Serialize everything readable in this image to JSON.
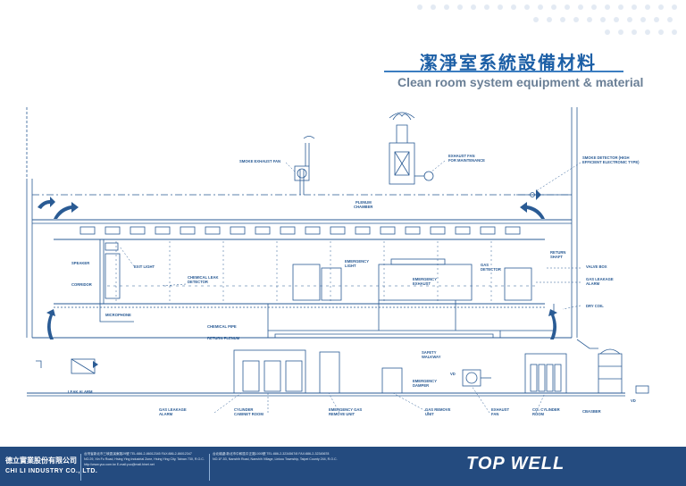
{
  "header": {
    "title_zh": "潔淨室系統設備材料",
    "title_en": "Clean room system equipment & material"
  },
  "diagram": {
    "labels": {
      "smoke_exhaust_fan": "SMOKE EXHAUST FAN",
      "exhaust_fan_maintenance_1": "EXHAUST FAN",
      "exhaust_fan_maintenance_2": "FOR MAINTENANCE",
      "smoke_detector_1": "SMOKE DETECTOR (HIGH",
      "smoke_detector_2": "EFFICIENT ELECTRONIC TYPE)",
      "plenum_chamber_1": "PLENUM",
      "plenum_chamber_2": "CHAMBER",
      "return_shaft_1": "RETURN",
      "return_shaft_2": "SHAFT",
      "speaker": "SPEAKER",
      "exit_light": "EXIT LIGHT",
      "emergency_light_1": "EMERGENCY",
      "emergency_light_2": "LIGHT",
      "gas_detector_1": "GAS",
      "gas_detector_2": "DETECTOR",
      "valve_box": "VALVE BOX",
      "corridor": "CORRIDOR",
      "chemical_leak_1": "CHEMICAL LEAK",
      "chemical_leak_2": "DETECTOR",
      "emergency_exhaust_1": "EMERGENCY",
      "emergency_exhaust_2": "EXHAUST",
      "gas_leakage_alarm_r1": "GAS LEAKAGE",
      "gas_leakage_alarm_r2": "ALARM",
      "dry_coil": "DRY COIL",
      "microphone": "MICROPHONE",
      "chemical_pipe": "CHEMICAL PIPE",
      "return_plenum": "RETURN PLENUM",
      "safety_walkway_1": "SAFETY",
      "safety_walkway_2": "WALKWAY",
      "vd_1": "VD",
      "emergency_damper_1": "EMERGENCY",
      "emergency_damper_2": "DAMPER",
      "vd_2": "VD",
      "leak_alarm": "LEAK ALARM",
      "gas_leakage_alarm_b1": "GAS LEAKAGE",
      "gas_leakage_alarm_b2": "ALARM",
      "cylinder_cabinet_1": "CYLINDER",
      "cylinder_cabinet_2": "CABINET ROOM",
      "emergency_gas_1": "EMERGENCY GAS",
      "emergency_gas_2": "REMOVE UNIT",
      "gas_remove_1": "GAS REMOVE",
      "gas_remove_2": "UNIT",
      "exhaust_fan_1": "EXHAUST",
      "exhaust_fan_2": "FAN",
      "co2_room_1": "CO₂ CYLINDER",
      "co2_room_2": "ROOM",
      "cbasber": "CBASBER"
    }
  },
  "footer": {
    "company_zh": "德立實業股份有限公司",
    "company_en": "CHI LI INDUSTRY CO., LTD.",
    "addr_zh_1": "台灣省新北市三峽區溪東路29號 TEL:886-2-86012345  FAX:886-2-86012347",
    "addr_en_1": "NO.29, Xin Fu Road, Hsing Ying Industrial Zone, Hsing Ying City, Tainan 730, R.O.C.",
    "web_1": "http://www.yuo.com.tw  E-mail:yuo@mail.hinet.net",
    "addr_zh_2": "台北總處:新北市中和區中正路1000號 TEL:886-2-3234567/8  FAX:886-2-32345678",
    "addr_en_2": "NO.1F-53, Nanshih Road, Nanshih Village, Linkou Township, Taipei County 244, R.O.C.",
    "brand": "TOP WELL"
  },
  "colors": {
    "line": "#2a5b94",
    "title": "#1c5fa6",
    "footer_bg": "#244b7f"
  }
}
